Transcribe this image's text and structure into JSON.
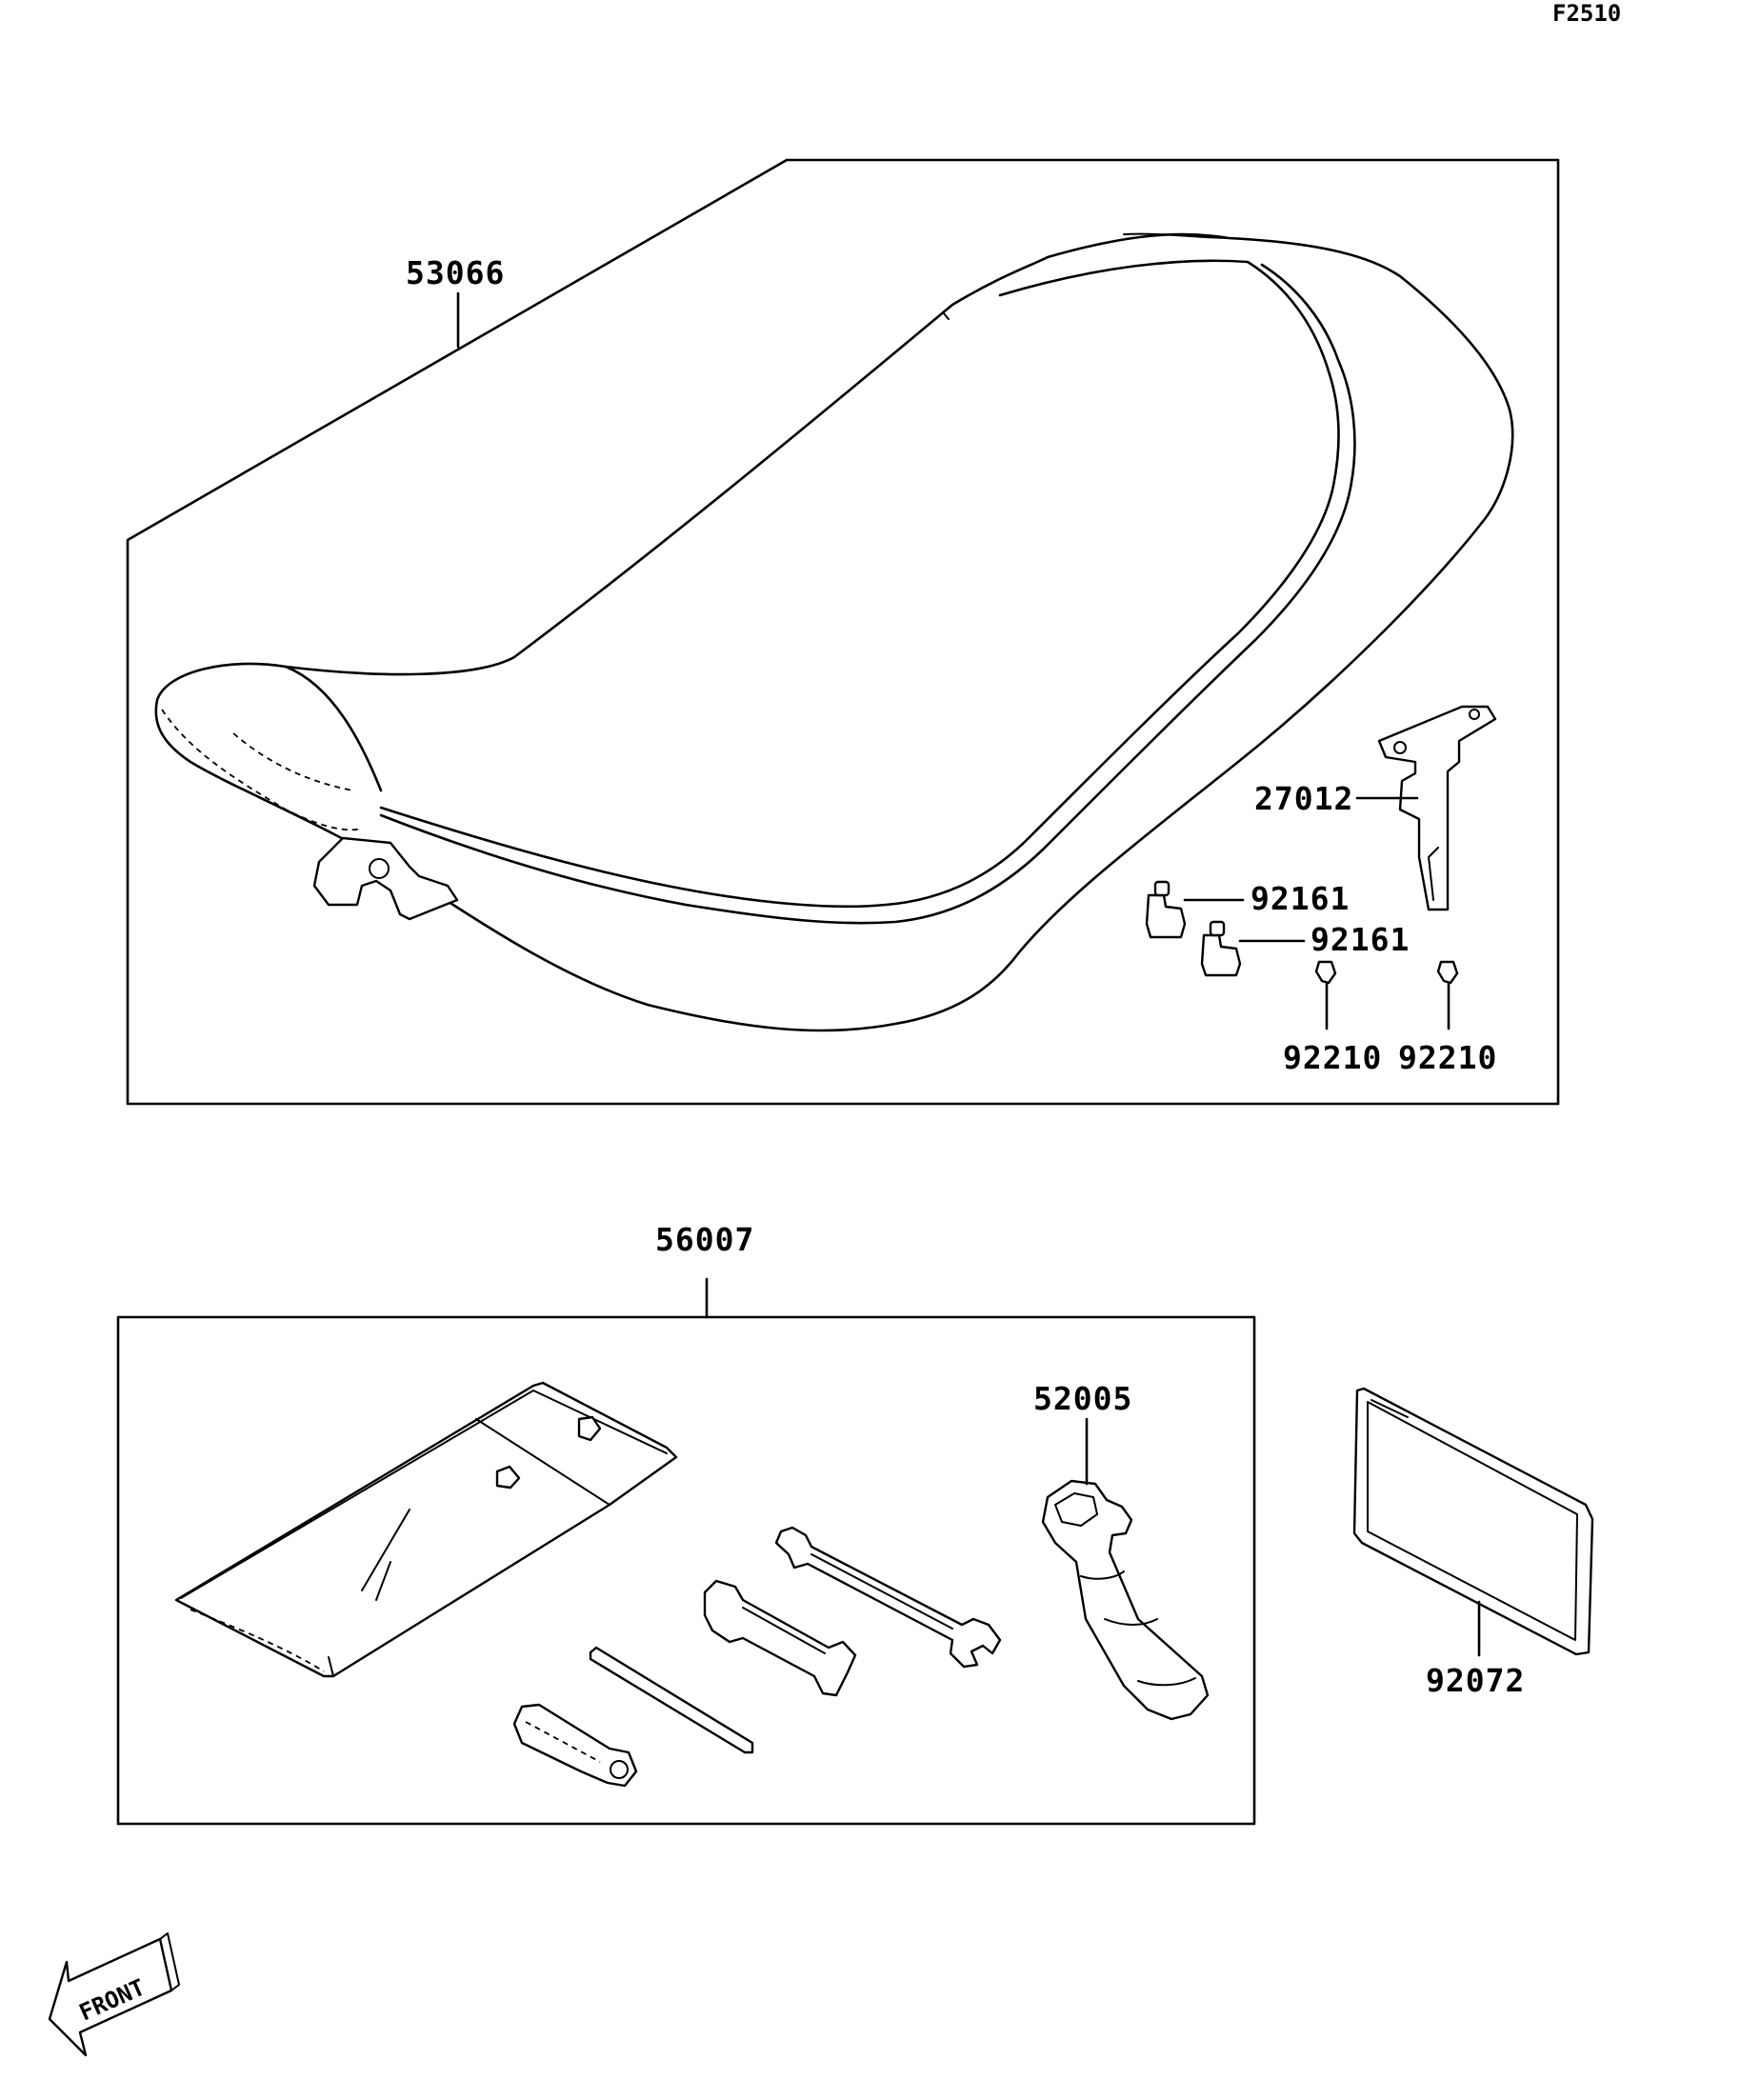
{
  "ref_code": "F2510",
  "front_label": "FRONT",
  "parts": {
    "seat": "53066",
    "seat_bracket": "27012",
    "damper_upper": "92161",
    "damper_lower": "92161",
    "nut_left": "92210",
    "nut_right": "92210",
    "tool_kit": "56007",
    "spark_plug_wrench": "52005",
    "manual": "92072"
  }
}
